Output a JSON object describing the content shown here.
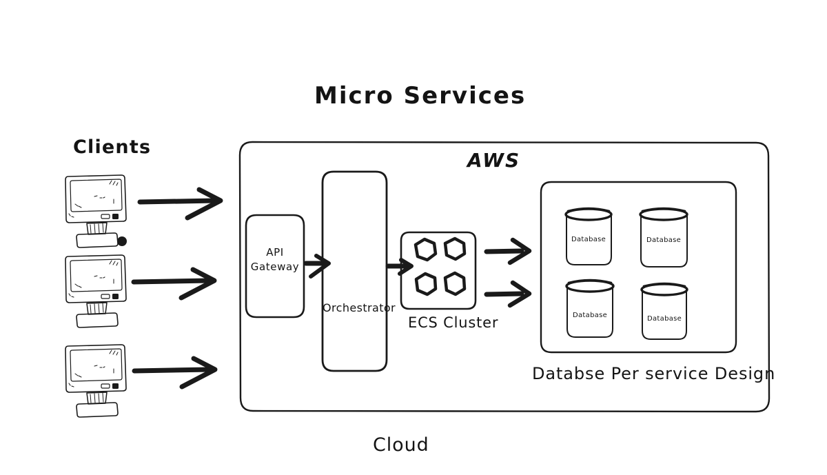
{
  "diagram": {
    "title": "Micro Services",
    "bottom_caption": "Cloud",
    "ink_color": "#1a1a1a",
    "background": "#ffffff"
  },
  "clients": {
    "label": "Clients",
    "count": 3,
    "monitor_icon": "computer-monitor-icon",
    "dot_marker": "•"
  },
  "cloud_boundary": {
    "label": "AWS"
  },
  "nodes": {
    "api_gateway": {
      "line1": "API",
      "line2": "Gateway"
    },
    "orchestrator": {
      "label": "Orchestrator"
    },
    "ecs_cluster": {
      "label": "ECS Cluster",
      "container_count": 4,
      "container_icon": "hexagon-container-icon"
    },
    "database_group": {
      "caption": "Databse Per service Design",
      "databases": [
        {
          "label": "Database"
        },
        {
          "label": "Database"
        },
        {
          "label": "Database"
        },
        {
          "label": "Database"
        }
      ]
    }
  },
  "arrows": {
    "client_to_gateway_count": 3,
    "gateway_to_orchestrator": 1,
    "orchestrator_to_ecs": 1,
    "ecs_to_databases_count": 2,
    "icon": "arrow-right-icon"
  }
}
